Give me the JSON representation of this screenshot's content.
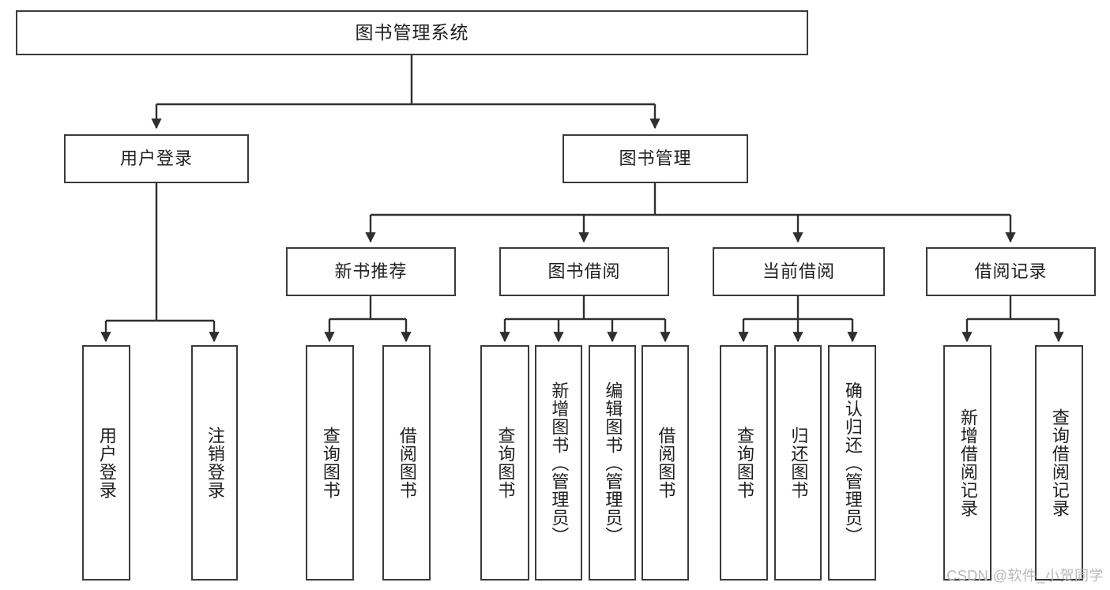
{
  "diagram": {
    "title": "图书管理系统",
    "watermark": "CSDN @软件_小贺同学",
    "colors": {
      "box_border": "#3a3a3a",
      "box_fill": "#ffffff",
      "connector": "#2f2f2f",
      "text": "#1f1f1f",
      "watermark": "#b8b8b8",
      "background": "#ffffff"
    },
    "root": {
      "label": "图书管理系统"
    },
    "level2": [
      {
        "label": "用户登录"
      },
      {
        "label": "图书管理"
      }
    ],
    "level3": [
      {
        "label": "新书推荐"
      },
      {
        "label": "图书借阅"
      },
      {
        "label": "当前借阅"
      },
      {
        "label": "借阅记录"
      }
    ],
    "leaves": {
      "user_login": [
        {
          "label": "用户登录"
        },
        {
          "label": "注销登录"
        }
      ],
      "new_book": [
        {
          "label": "查询图书"
        },
        {
          "label": "借阅图书"
        }
      ],
      "book_borrow": [
        {
          "label": "查询图书"
        },
        {
          "label": "新增图书（管理员）"
        },
        {
          "label": "编辑图书（管理员）"
        },
        {
          "label": "借阅图书"
        }
      ],
      "current_borrow": [
        {
          "label": "查询图书"
        },
        {
          "label": "归还图书"
        },
        {
          "label": "确认归还（管理员）"
        }
      ],
      "borrow_record": [
        {
          "label": "新增借阅记录"
        },
        {
          "label": "查询借阅记录"
        }
      ]
    }
  }
}
